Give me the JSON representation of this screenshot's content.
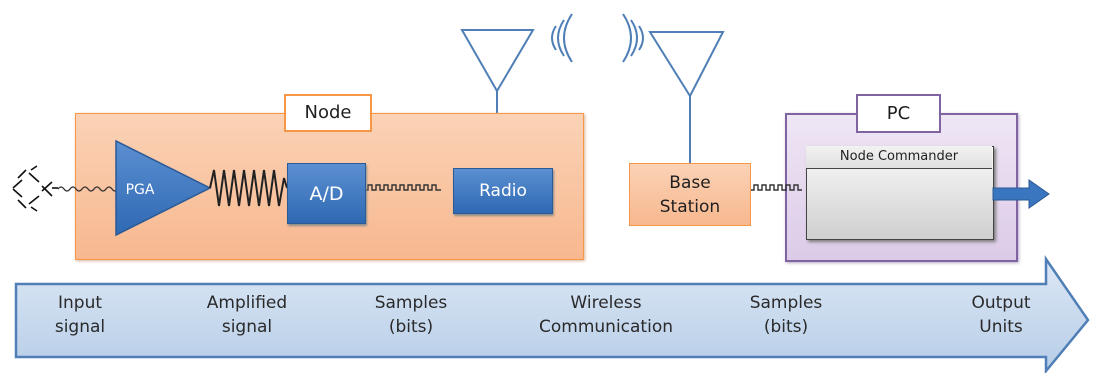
{
  "node": {
    "title": "Node"
  },
  "pga": {
    "label": "PGA"
  },
  "ad": {
    "label": "A/D"
  },
  "radio": {
    "label": "Radio"
  },
  "base_station": {
    "label_line1": "Base",
    "label_line2": "Station"
  },
  "pc": {
    "title": "PC"
  },
  "node_commander": {
    "title": "Node Commander"
  },
  "stages": [
    {
      "line1": "Input",
      "line2": "signal"
    },
    {
      "line1": "Amplified",
      "line2": "signal"
    },
    {
      "line1": "Samples",
      "line2": "(bits)"
    },
    {
      "line1": "Wireless",
      "line2": "Communication"
    },
    {
      "line1": "Samples",
      "line2": "(bits)"
    },
    {
      "line1": "Output",
      "line2": "Units"
    }
  ],
  "colors": {
    "node_fill": "#f9c4a0",
    "node_border": "#f79646",
    "pc_fill": "#e4d7ee",
    "pc_border": "#8064a2",
    "block_blue": "#3a75bf",
    "arrow_fill": "#c5d7ed",
    "arrow_border": "#4f7fb6"
  }
}
